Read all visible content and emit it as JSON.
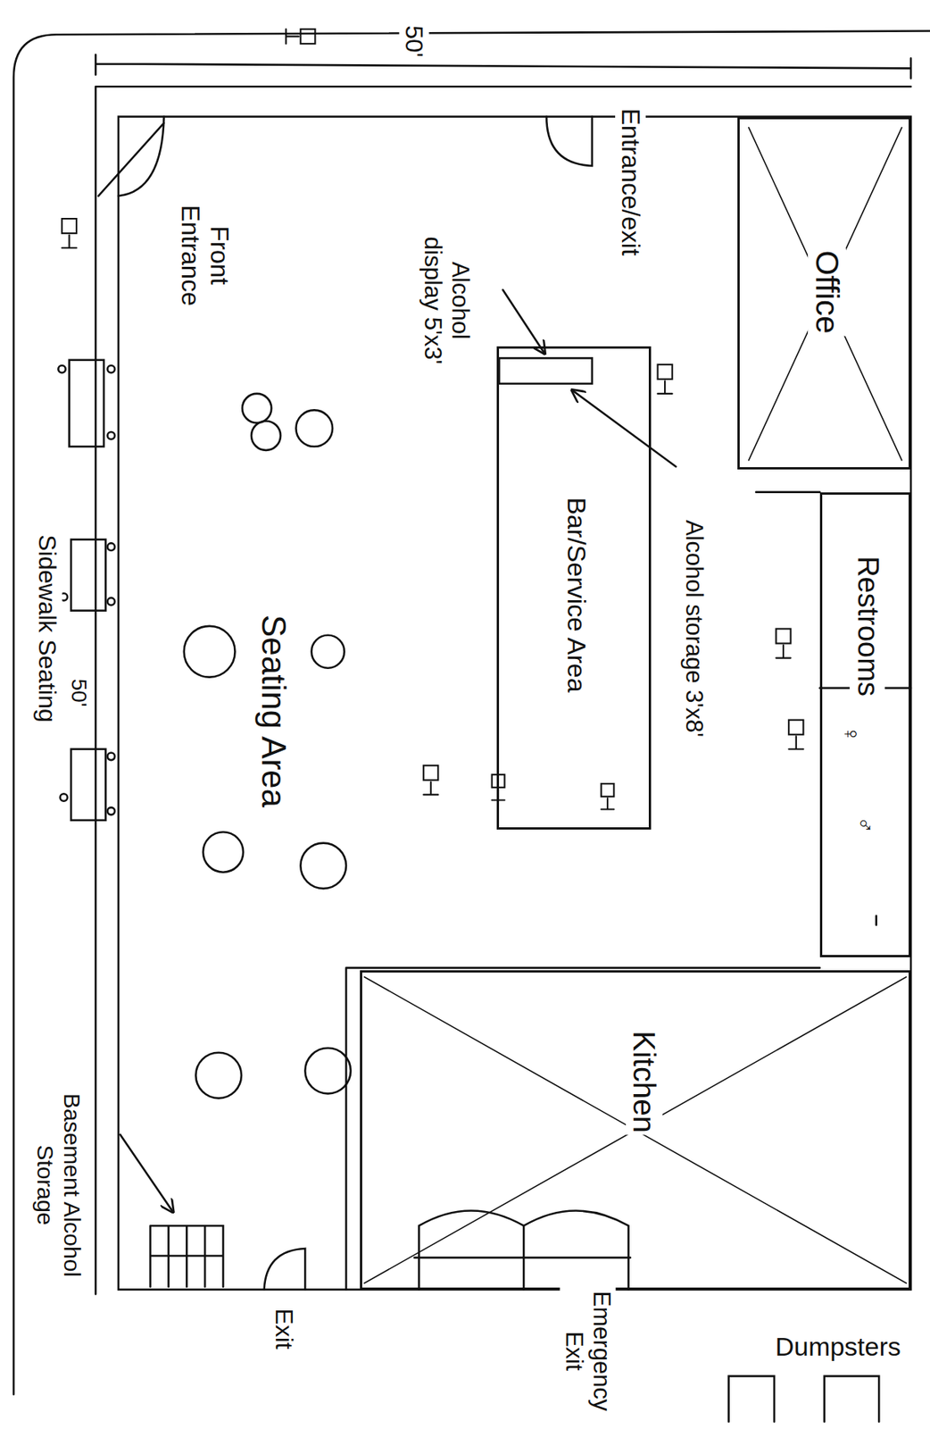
{
  "diagram": {
    "nodes": [
      {
        "text": [
          "Office"
        ]
      },
      {
        "text": [
          "Restrooms"
        ]
      },
      {
        "text": [
          "Bar/Service Area"
        ]
      },
      {
        "text": [
          "Kitchen"
        ]
      }
    ],
    "labels": [
      "50'",
      "Entrance/exit",
      "Front Entrance",
      "Alcohol display 5'x3'",
      "Alcohol storage 3'x8'",
      "♀",
      "♂",
      "Seating Area",
      "Sidewalk Seating",
      "50'",
      "Basement Alcohol Storage",
      "Exit",
      "Emergency Exit",
      "Dumpsters"
    ]
  }
}
